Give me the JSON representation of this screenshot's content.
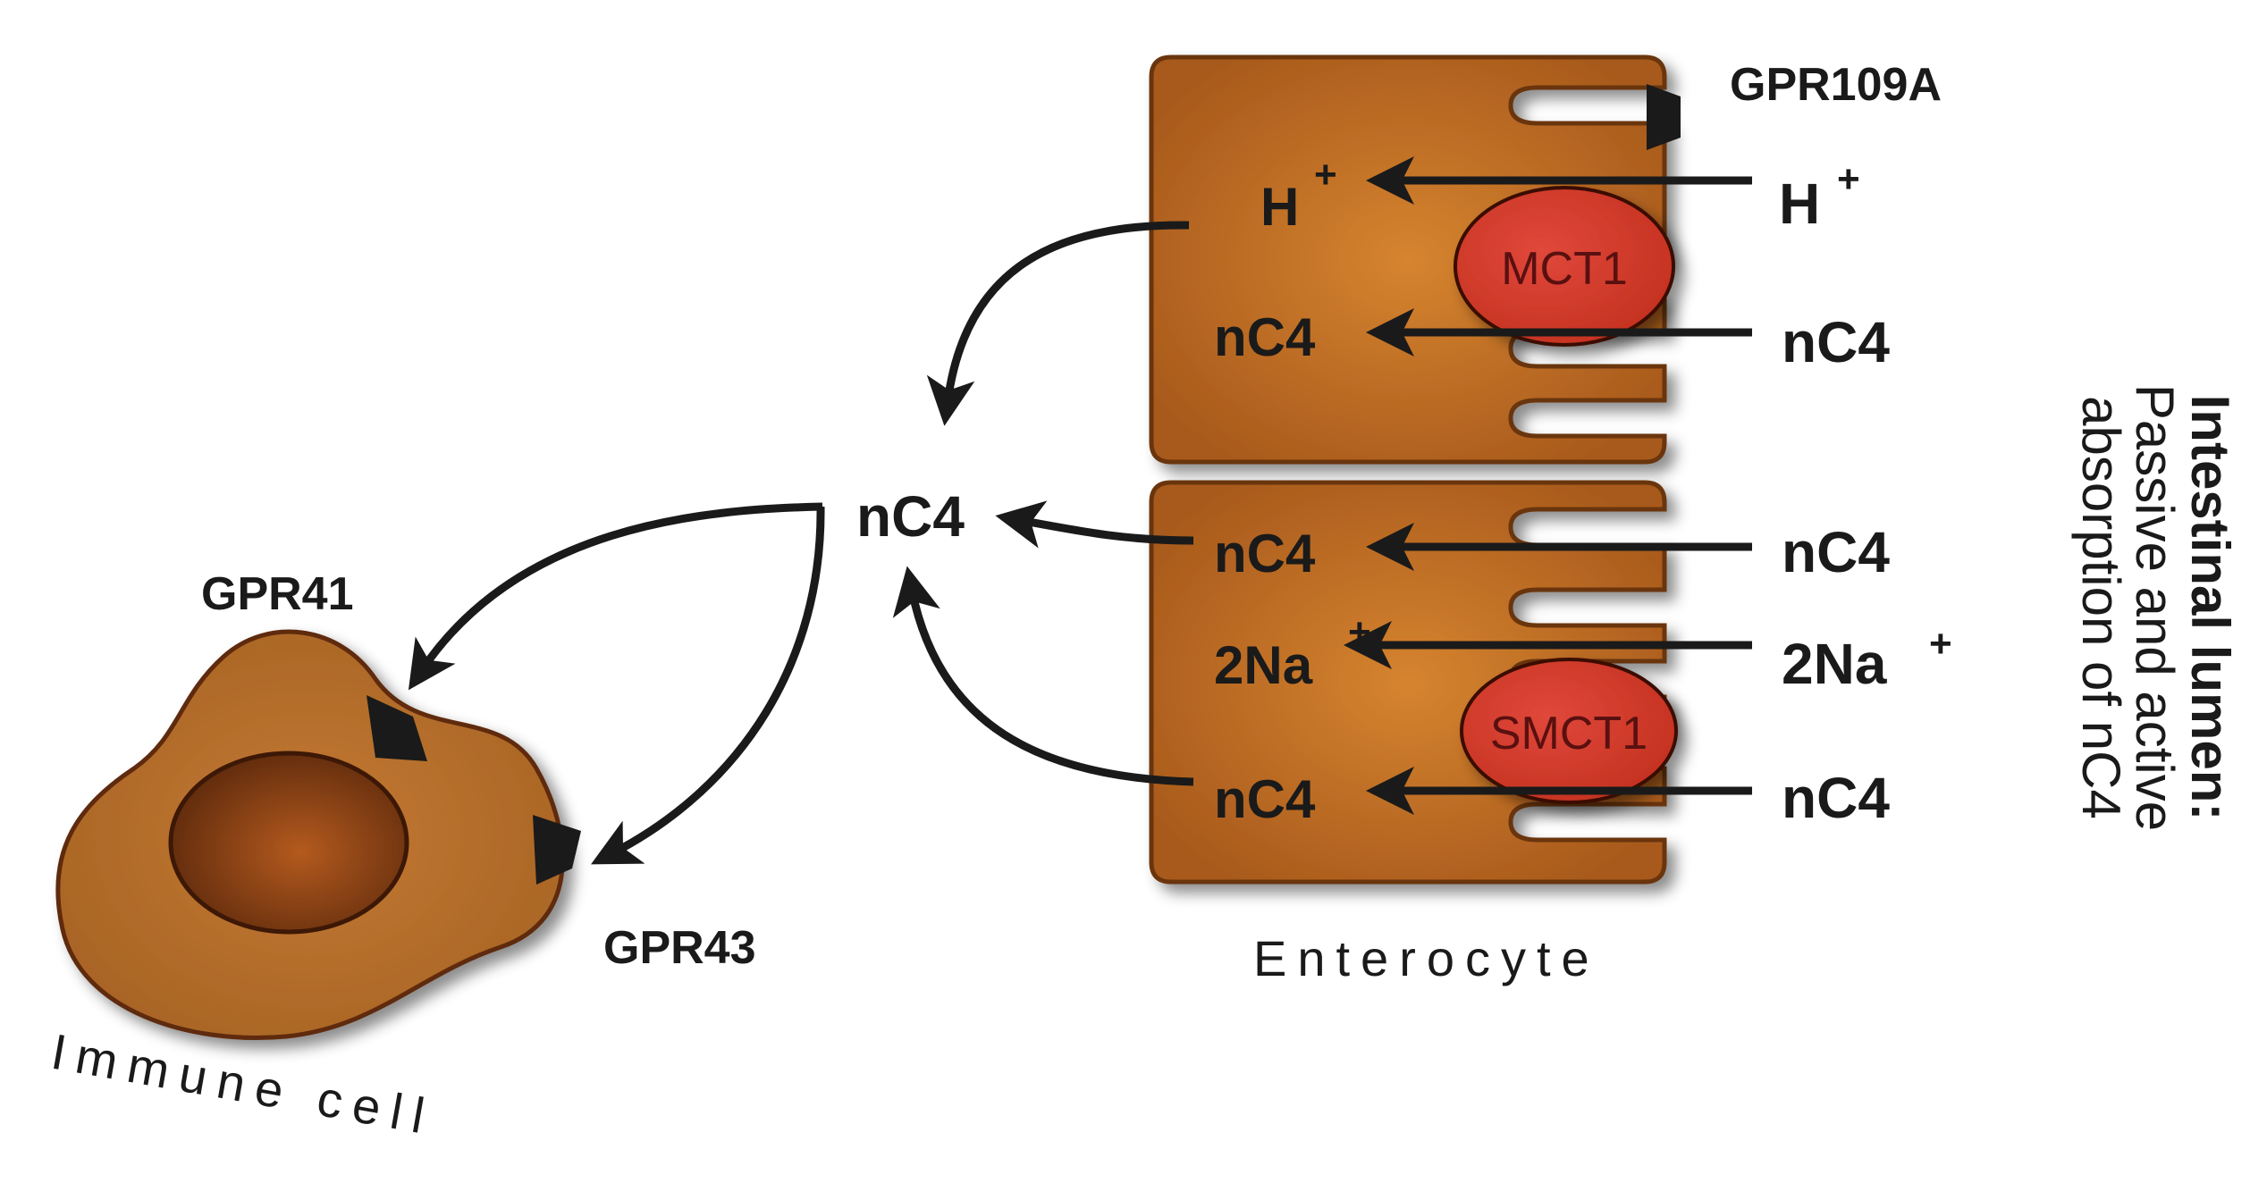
{
  "labels": {
    "gpr109a": "GPR109A",
    "h_plus_in": "H",
    "h_plus_out": "H",
    "plus": "+",
    "mct1": "MCT1",
    "smct1": "SMCT1",
    "nc4_top_in": "nC4",
    "nc4_top_out": "nC4",
    "nc4_center": "nC4",
    "nc4_mid_in": "nC4",
    "nc4_mid_out": "nC4",
    "na_in": "2Na",
    "na_out": "2Na",
    "nc4_bot_in": "nC4",
    "nc4_bot_out": "nC4",
    "gpr41": "GPR41",
    "gpr43": "GPR43",
    "enterocyte": "Enterocyte",
    "immune_cell": "Immune cell",
    "side_title": "Intestinal lumen:",
    "side_line2": "Passive and active",
    "side_line3": "absorption of nC4"
  },
  "colors": {
    "cell_fill": "#b0621f",
    "cell_highlight": "#d68433",
    "transporter_fill": "#d9392a",
    "nucleus_fill": "#7a3410",
    "ink": "#1a1a1a"
  }
}
